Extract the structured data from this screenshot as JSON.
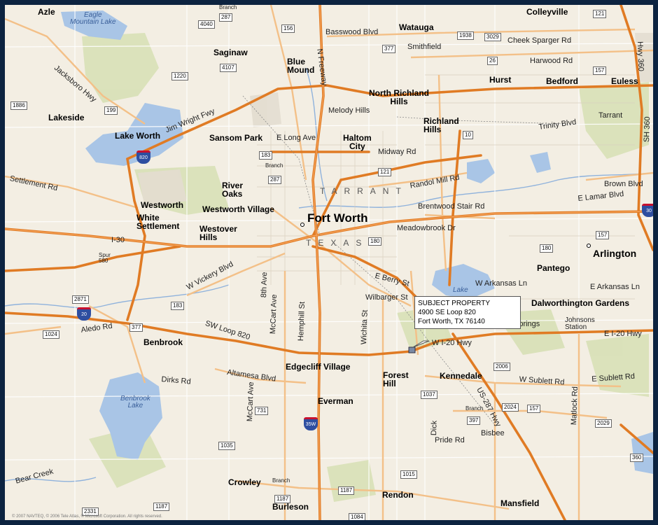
{
  "cities_major": {
    "fort_worth": "Fort Worth",
    "arlington": "Arlington"
  },
  "cities": {
    "azle": "Azle",
    "saginaw": "Saginaw",
    "blue_mound": "Blue\nMound",
    "watauga": "Watauga",
    "colleyville": "Colleyville",
    "hurst": "Hurst",
    "bedford": "Bedford",
    "euless": "Euless",
    "north_richland_hills": "North Richland\nHills",
    "richland_hills": "Richland\nHills",
    "haltom_city": "Haltom\nCity",
    "lakeside": "Lakeside",
    "lake_worth": "Lake Worth",
    "sansom_park": "Sansom Park",
    "river_oaks": "River\nOaks",
    "westworth": "Westworth",
    "westworth_village": "Westworth Village",
    "white_settlement": "White\nSettlement",
    "westover_hills": "Westover\nHills",
    "pantego": "Pantego",
    "dalworthington_gardens": "Dalworthington Gardens",
    "benbrook": "Benbrook",
    "edgecliff_village": "Edgecliff Village",
    "forest_hill": "Forest\nHill",
    "kennedale": "Kennedale",
    "everman": "Everman",
    "crowley": "Crowley",
    "burleson": "Burleson",
    "rendon": "Rendon",
    "mansfield": "Mansfield"
  },
  "small_places": {
    "melody_hills": "Melody Hills",
    "branch_top": "Branch",
    "branch_mid": "Branch",
    "branch_kennedale": "Branch",
    "branch_crowley": "Branch",
    "johnsons_station": "Johnsons\nStation",
    "tarrant_place": "Tarrant",
    "springs": "Springs"
  },
  "roads": {
    "basswood": "Basswood Blvd",
    "smithfield": "Smithfield",
    "cheek_sparger": "Cheek Sparger Rd",
    "harwood": "Harwood Rd",
    "jacksboro": "Jacksboro Hwy",
    "jim_wright": "Jim Wright Fwy",
    "n_freeway": "N Freeway",
    "e_long": "E Long Ave",
    "midway": "Midway Rd",
    "trinity": "Trinity Blvd",
    "settlement": "Settlement Rd",
    "randol_mill": "Randol Mill Rd",
    "brown": "Brown Blvd",
    "e_lamar": "E Lamar Blvd",
    "brentwood_stair": "Brentwood Stair Rd",
    "meadowbrook": "Meadowbrook Dr",
    "i30_label": "I-30",
    "w_vickery": "W Vickery Blvd",
    "e_berry": "E Berry St",
    "wilbarger": "Wilbarger St",
    "w_arkansas": "W Arkansas Ln",
    "e_arkansas": "E Arkansas Ln",
    "e_i20": "E I-20 Hwy",
    "w_i20": "W I-20 Hwy",
    "aledo": "Aledo Rd",
    "sw_loop": "SW Loop 820",
    "dirks": "Dirks Rd",
    "altamesa": "Altamesa Blvd",
    "w_sublett": "W Sublett Rd",
    "e_sublett": "E Sublett Rd",
    "us287": "US-287 Hwy",
    "pride": "Pride Rd",
    "bishop": "Bisbee",
    "mccart": "McCart Ave",
    "hemphill": "Hemphill St",
    "wichita": "Wichita St",
    "fifth_ave": "8th Ave",
    "mccart_s": "McCart Ave",
    "matlock": "Matlock Rd",
    "dick_price": "Dick",
    "bear_creek": "Bear Creek",
    "spur": "Spur\n580",
    "hwy360": "Hwy 360",
    "sh360": "SH 360"
  },
  "water": {
    "eagle_mountain": "Eagle\nMountain Lake",
    "benbrook_lake": "Benbrook\nLake",
    "lake_small": "Lake"
  },
  "county": {
    "tarrant": "TARRANT",
    "texas": "TEXAS"
  },
  "shields": {
    "s4040": "4040",
    "s287a": "287",
    "s156": "156",
    "s4107": "4107",
    "s1220": "1220",
    "s199": "199",
    "s1886": "1886",
    "s377a": "377",
    "s1938": "1938",
    "s3029": "3029",
    "s26": "26",
    "s121a": "121",
    "s157a": "157",
    "s10": "10",
    "s183a": "183",
    "s287b": "287",
    "s121b": "121",
    "s180a": "180",
    "s157b": "157",
    "s180b": "180",
    "s2871": "2871",
    "s1024": "1024",
    "s183b": "183",
    "s377b": "377",
    "s731": "731",
    "s1035": "1035",
    "s1187a": "1187",
    "s1187b": "1187",
    "s2331": "2331",
    "s1187c": "1187",
    "s1084": "1084",
    "s1015": "1015",
    "s1037": "1037",
    "s2006": "2006",
    "s2024": "2024",
    "s157c": "157",
    "s2029": "2029",
    "s360": "360",
    "s397": "397"
  },
  "interstates": {
    "i820": "820",
    "i20": "20",
    "i35w": "35W",
    "i30": "30"
  },
  "subject_property": {
    "title": "SUBJECT PROPERTY",
    "address": "4900 SE Loop 820",
    "city_line": "Fort Worth, TX 76140"
  },
  "copyright": "© 2007 NAVTEQ, © 2006 Tele Atlas, © Microsoft Corporation. All rights reserved.",
  "colors": {
    "highway": "#e07b24",
    "major_road": "#f0a860",
    "water": "#a9c5e6",
    "park": "#cfdca6",
    "frame": "#0c2340"
  }
}
